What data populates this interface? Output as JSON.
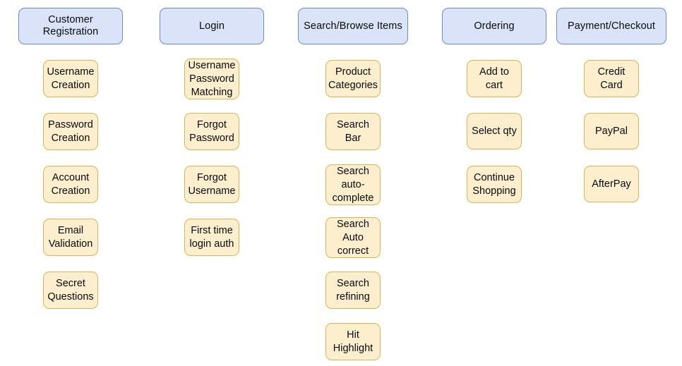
{
  "diagram": {
    "type": "feature-breakdown",
    "background_color": "#ffffff",
    "header_fill": "#dae3f7",
    "header_border": "#6c8ebf",
    "leaf_fill": "#fdeecd",
    "leaf_border": "#d6b656",
    "columns": [
      {
        "id": "customer-registration",
        "header": "Customer\nRegistration",
        "header_lines": 2,
        "items": [
          {
            "label": "Username\nCreation",
            "lines": 2
          },
          {
            "label": "Password\nCreation",
            "lines": 2
          },
          {
            "label": "Account\nCreation",
            "lines": 2
          },
          {
            "label": "Email\nValidation",
            "lines": 2
          },
          {
            "label": "Secret\nQuestions",
            "lines": 2
          }
        ]
      },
      {
        "id": "login",
        "header": "Login",
        "header_lines": 1,
        "items": [
          {
            "label": "Username\nPassword\nMatching",
            "lines": 3
          },
          {
            "label": "Forgot\nPassword",
            "lines": 2
          },
          {
            "label": "Forgot\nUsername",
            "lines": 2
          },
          {
            "label": "First time\nlogin auth",
            "lines": 2
          }
        ]
      },
      {
        "id": "search-browse-items",
        "header": "Search/Browse Items",
        "header_lines": 1,
        "items": [
          {
            "label": "Product\nCategories",
            "lines": 2
          },
          {
            "label": "Search\nBar",
            "lines": 2
          },
          {
            "label": "Search\nauto-\ncomplete",
            "lines": 3
          },
          {
            "label": "Search\nAuto\ncorrect",
            "lines": 3
          },
          {
            "label": "Search\nrefining",
            "lines": 2
          },
          {
            "label": "Hit\nHighlight",
            "lines": 2
          }
        ]
      },
      {
        "id": "ordering",
        "header": "Ordering",
        "header_lines": 1,
        "items": [
          {
            "label": "Add to\ncart",
            "lines": 2
          },
          {
            "label": "Select qty",
            "lines": 1
          },
          {
            "label": "Continue\nShopping",
            "lines": 2
          }
        ]
      },
      {
        "id": "payment-checkout",
        "header": "Payment/Checkout",
        "header_lines": 1,
        "items": [
          {
            "label": "Credit\nCard",
            "lines": 2
          },
          {
            "label": "PayPal",
            "lines": 1
          },
          {
            "label": "AfterPay",
            "lines": 1
          }
        ]
      }
    ]
  }
}
